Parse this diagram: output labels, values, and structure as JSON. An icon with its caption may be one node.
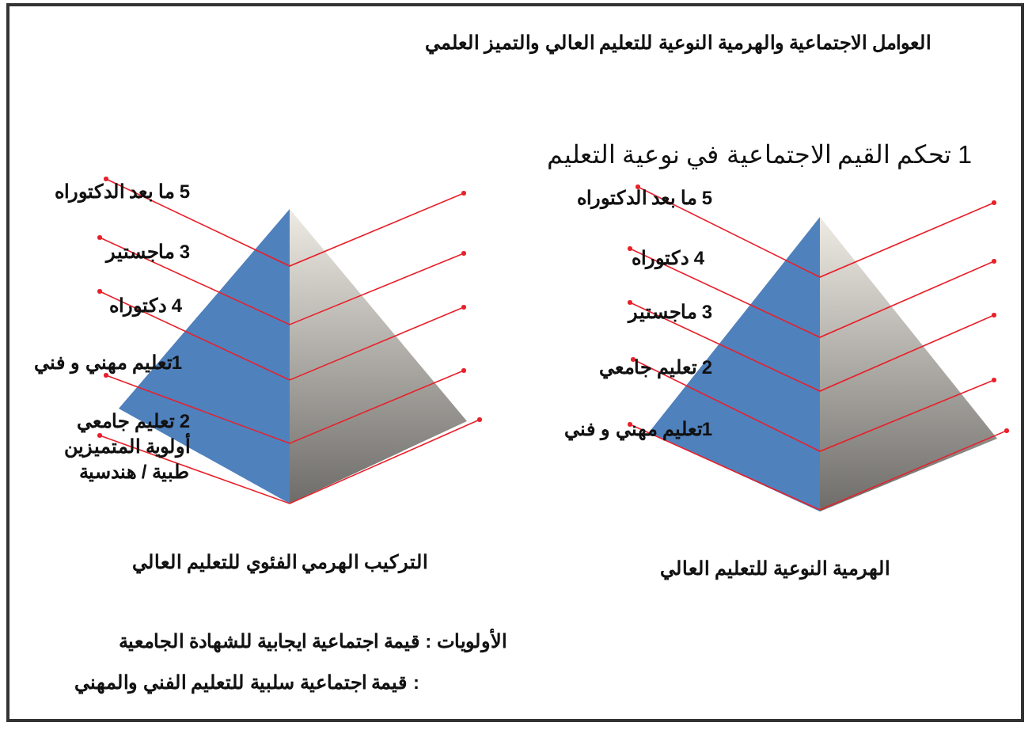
{
  "diagram": {
    "title": "العوامل الاجتماعية والهرمية النوعية للتعليم العالي والتميز العلمي",
    "labels": [
      "1 تحكم القيم الاجتماعية في نوعية التعليم",
      "5 ما بعد الدكتوراه",
      "4 دكتوراه",
      "3 ماجستير",
      "2 تعليم جامعي",
      "1تعليم مهني و فني",
      "5 ما بعد الدكتوراه",
      "3 ماجستير",
      "4 دكتوراه",
      "1تعليم مهني و فني",
      "2 تعليم جامعي أولوية المتميزين طبية / هندسية",
      "الهرمية النوعية للتعليم العالي",
      "التركيب الهرمي الفئوي للتعليم العالي",
      "الأولويات :  قيمة اجتماعية ايجابية للشهادة الجامعية",
      ": قيمة اجتماعية سلبية للتعليم الفني والمهني"
    ]
  }
}
